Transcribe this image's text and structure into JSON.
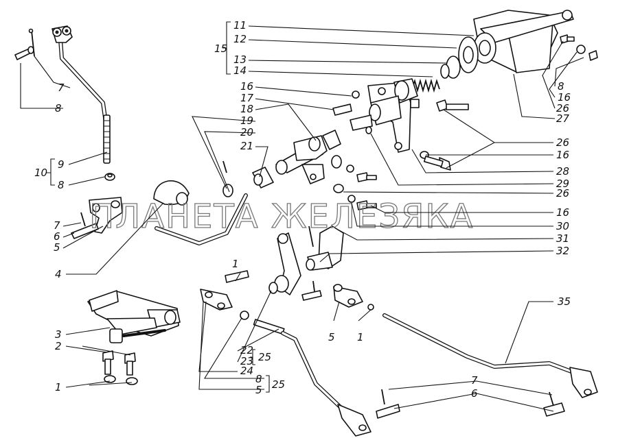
{
  "watermark": "ПЛАНЕТА ЖЕЛЕЗЯКА",
  "labels": [
    {
      "id": "l11",
      "text": "11"
    },
    {
      "id": "l12",
      "text": "12"
    },
    {
      "id": "l15",
      "text": "15"
    },
    {
      "id": "l13",
      "text": "13"
    },
    {
      "id": "l14",
      "text": "14"
    },
    {
      "id": "l16a",
      "text": "16"
    },
    {
      "id": "l17",
      "text": "17"
    },
    {
      "id": "l18",
      "text": "18"
    },
    {
      "id": "l19",
      "text": "19"
    },
    {
      "id": "l20",
      "text": "20"
    },
    {
      "id": "l21",
      "text": "21"
    },
    {
      "id": "l7a",
      "text": "7"
    },
    {
      "id": "l8a",
      "text": "8"
    },
    {
      "id": "l9",
      "text": "9"
    },
    {
      "id": "l10",
      "text": "10"
    },
    {
      "id": "l8b",
      "text": "8"
    },
    {
      "id": "l7b",
      "text": "7"
    },
    {
      "id": "l6a",
      "text": "6"
    },
    {
      "id": "l5a",
      "text": "5"
    },
    {
      "id": "l4",
      "text": "4"
    },
    {
      "id": "l3",
      "text": "3"
    },
    {
      "id": "l2",
      "text": "2"
    },
    {
      "id": "l1a",
      "text": "1"
    },
    {
      "id": "l8r",
      "text": "8"
    },
    {
      "id": "l16r",
      "text": "16"
    },
    {
      "id": "l26a",
      "text": "26"
    },
    {
      "id": "l27",
      "text": "27"
    },
    {
      "id": "l26b",
      "text": "26"
    },
    {
      "id": "l16b",
      "text": "16"
    },
    {
      "id": "l28",
      "text": "28"
    },
    {
      "id": "l29",
      "text": "29"
    },
    {
      "id": "l26c",
      "text": "26"
    },
    {
      "id": "l16c",
      "text": "16"
    },
    {
      "id": "l30",
      "text": "30"
    },
    {
      "id": "l31",
      "text": "31"
    },
    {
      "id": "l32",
      "text": "32"
    },
    {
      "id": "l1b",
      "text": "1"
    },
    {
      "id": "l1c",
      "text": "1"
    },
    {
      "id": "l5b",
      "text": "5"
    },
    {
      "id": "l22",
      "text": "22"
    },
    {
      "id": "l23",
      "text": "23"
    },
    {
      "id": "l25a",
      "text": "25"
    },
    {
      "id": "l24",
      "text": "24"
    },
    {
      "id": "l8c",
      "text": "8"
    },
    {
      "id": "l5c",
      "text": "5"
    },
    {
      "id": "l25b",
      "text": "25"
    },
    {
      "id": "l35",
      "text": "35"
    },
    {
      "id": "l7c",
      "text": "7"
    },
    {
      "id": "l6b",
      "text": "6"
    }
  ]
}
